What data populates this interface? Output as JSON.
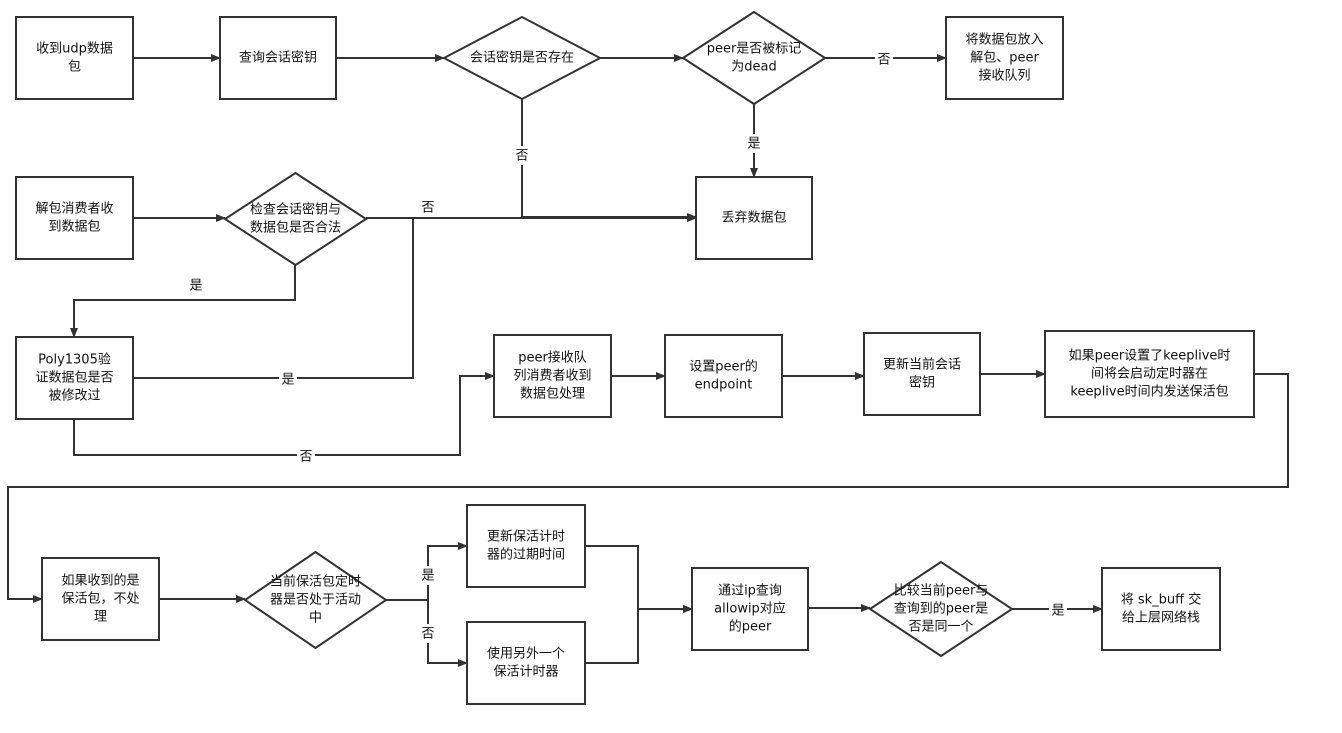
{
  "colors": {
    "stroke": "#333333",
    "fill": "#ffffff",
    "text": "#111111"
  },
  "nodes": {
    "recv_udp": {
      "shape": "rect",
      "lines": [
        "收到udp数据",
        "包"
      ]
    },
    "query_key": {
      "shape": "rect",
      "lines": [
        "查询会话密钥"
      ]
    },
    "key_exists": {
      "shape": "diamond",
      "lines": [
        "会话密钥是否存在"
      ]
    },
    "peer_dead": {
      "shape": "diamond",
      "lines": [
        "peer是否被标记",
        "为dead"
      ]
    },
    "enqueue": {
      "shape": "rect",
      "lines": [
        "将数据包放入",
        "解包、peer",
        "接收队列"
      ]
    },
    "unpack_consumer": {
      "shape": "rect",
      "lines": [
        "解包消费者收",
        "到数据包"
      ]
    },
    "check_valid": {
      "shape": "diamond",
      "lines": [
        "检查会话密钥与",
        "数据包是否合法"
      ]
    },
    "drop": {
      "shape": "rect",
      "lines": [
        "丢弃数据包"
      ]
    },
    "poly1305": {
      "shape": "rect",
      "lines": [
        "Poly1305验",
        "证数据包是否",
        "被修改过"
      ]
    },
    "peer_recv": {
      "shape": "rect",
      "lines": [
        "peer接收队",
        "列消费者收到",
        "数据包处理"
      ]
    },
    "set_endpoint": {
      "shape": "rect",
      "lines": [
        "设置peer的",
        "endpoint"
      ]
    },
    "update_key": {
      "shape": "rect",
      "lines": [
        "更新当前会话",
        "密钥"
      ]
    },
    "keepalive_timer": {
      "shape": "rect",
      "lines": [
        "如果peer设置了keeplive时",
        "间将会启动定时器在",
        "keeplive时间内发送保活包"
      ]
    },
    "if_keepalive": {
      "shape": "rect",
      "lines": [
        "如果收到的是",
        "保活包，不处",
        "理"
      ]
    },
    "timer_active": {
      "shape": "diamond",
      "lines": [
        "当前保活包定时",
        "器是否处于活动",
        "中"
      ]
    },
    "update_expire": {
      "shape": "rect",
      "lines": [
        "更新保活计时",
        "器的过期时间"
      ]
    },
    "use_other_timer": {
      "shape": "rect",
      "lines": [
        "使用另外一个",
        "保活计时器"
      ]
    },
    "query_allowip": {
      "shape": "rect",
      "lines": [
        "通过ip查询",
        "allowip对应",
        "的peer"
      ]
    },
    "compare_peer": {
      "shape": "diamond",
      "lines": [
        "比较当前peer与",
        "查询到的peer是",
        "否是同一个"
      ]
    },
    "deliver": {
      "shape": "rect",
      "lines": [
        "将 sk_buff 交",
        "给上层网络栈"
      ]
    }
  },
  "edges": [
    {
      "from": "recv_udp",
      "to": "query_key",
      "label": ""
    },
    {
      "from": "query_key",
      "to": "key_exists",
      "label": ""
    },
    {
      "from": "key_exists",
      "to": "peer_dead",
      "label": ""
    },
    {
      "from": "peer_dead",
      "to": "enqueue",
      "label": "否"
    },
    {
      "from": "peer_dead",
      "to": "drop",
      "label": "是"
    },
    {
      "from": "key_exists",
      "to": "drop",
      "label": "否"
    },
    {
      "from": "unpack_consumer",
      "to": "check_valid",
      "label": ""
    },
    {
      "from": "check_valid",
      "to": "drop",
      "label": "否"
    },
    {
      "from": "check_valid",
      "to": "poly1305",
      "label": "是"
    },
    {
      "from": "poly1305",
      "to": "drop",
      "label": "是"
    },
    {
      "from": "poly1305",
      "to": "peer_recv",
      "label": "否"
    },
    {
      "from": "peer_recv",
      "to": "set_endpoint",
      "label": ""
    },
    {
      "from": "set_endpoint",
      "to": "update_key",
      "label": ""
    },
    {
      "from": "update_key",
      "to": "keepalive_timer",
      "label": ""
    },
    {
      "from": "keepalive_timer",
      "to": "if_keepalive",
      "label": ""
    },
    {
      "from": "if_keepalive",
      "to": "timer_active",
      "label": ""
    },
    {
      "from": "timer_active",
      "to": "update_expire",
      "label": "是"
    },
    {
      "from": "timer_active",
      "to": "use_other_timer",
      "label": "否"
    },
    {
      "from": "update_expire",
      "to": "query_allowip",
      "label": ""
    },
    {
      "from": "use_other_timer",
      "to": "query_allowip",
      "label": ""
    },
    {
      "from": "query_allowip",
      "to": "compare_peer",
      "label": ""
    },
    {
      "from": "compare_peer",
      "to": "deliver",
      "label": "是"
    }
  ]
}
